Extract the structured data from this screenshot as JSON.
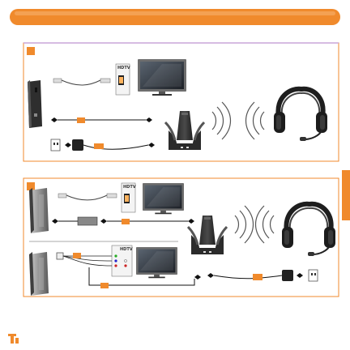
{
  "colors": {
    "accent": "#f08a2c",
    "panel_border": "#f08a2c",
    "panel_top_border": "#c9a6d8",
    "console_dark": "#3a3a3a",
    "console_light": "#e6e6e6",
    "console_side": "#8c8c8c"
  },
  "labels": {
    "hdtv": "HDTV"
  },
  "icons": [
    "page-header-bar",
    "step-1-badge",
    "step-2-badge",
    "section-tab",
    "xbox-360-slim-console-icon",
    "xbox-360-original-console-icon",
    "hdtv-monitor-icon",
    "hdmi-port-icon",
    "component-port-icon",
    "wireless-base-station-icon",
    "wireless-signal-icon",
    "gaming-headset-icon",
    "power-outlet-icon",
    "power-adapter-icon",
    "optical-cable-icon",
    "hdmi-cable-icon",
    "brand-logo"
  ]
}
